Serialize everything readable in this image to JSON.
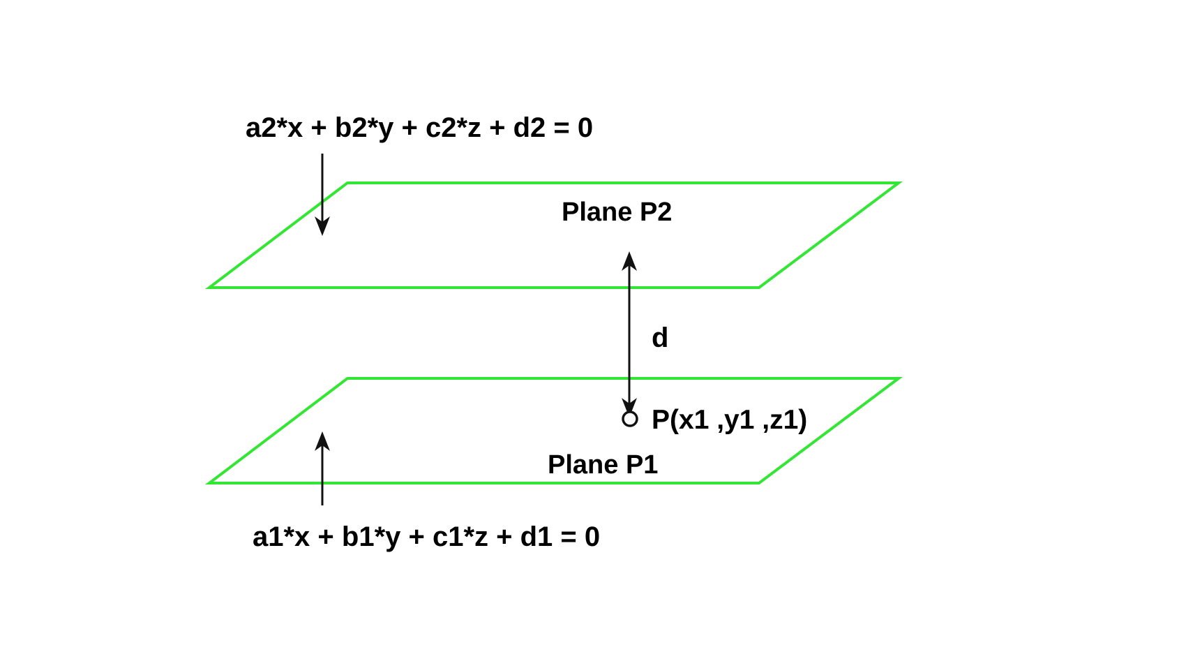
{
  "equations": {
    "plane2": "a2*x + b2*y + c2*z + d2 = 0",
    "plane1": "a1*x + b1*y + c1*z + d1 = 0"
  },
  "planes": {
    "p2_label": "Plane P2",
    "p1_label": "Plane P1"
  },
  "distance_label": "d",
  "point_label": "P(x1 ,y1 ,z1)",
  "colors": {
    "plane_outline": "#33e633",
    "arrow": "#111111",
    "text": "#000000",
    "background": "#ffffff"
  }
}
